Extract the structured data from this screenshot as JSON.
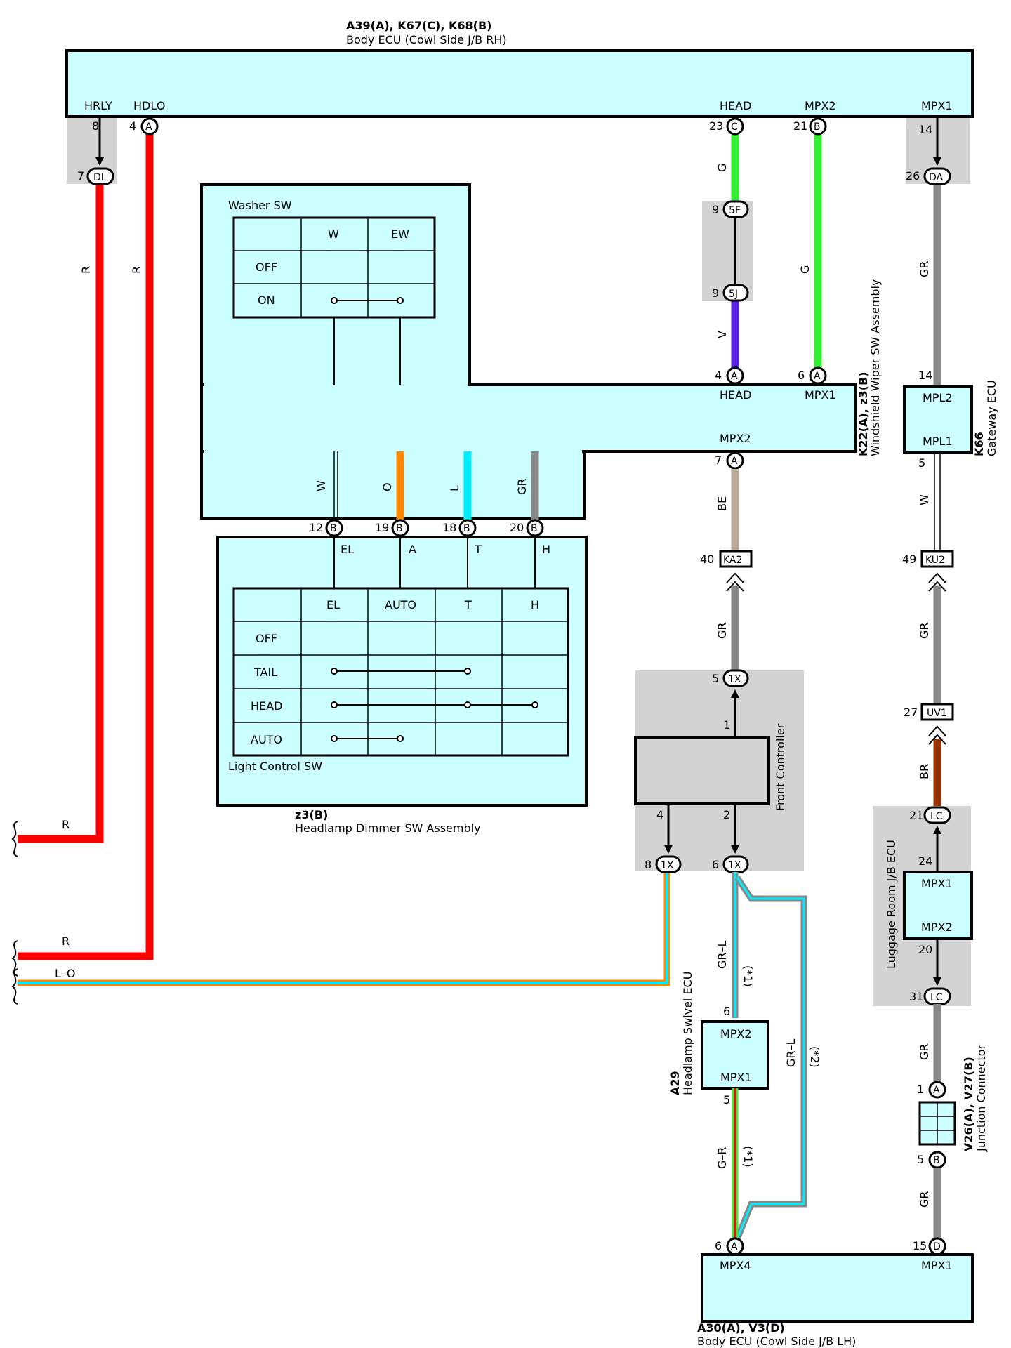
{
  "components": {
    "body_ecu_rh": {
      "code": "A39(A), K67(C), K68(B)",
      "name": "Body ECU (Cowl Side J/B RH)",
      "pins": {
        "hrly": "HRLY",
        "hdlo": "HDLO",
        "head": "HEAD",
        "mpx2": "MPX2",
        "mpx1": "MPX1"
      }
    },
    "wiper_sw": {
      "code": "K22(A), z3(B)",
      "name": "Windshield Wiper SW Assembly",
      "pins": {
        "head": "HEAD",
        "mpx1": "MPX1",
        "mpx2": "MPX2"
      }
    },
    "washer_sw": {
      "title": "Washer SW",
      "cols": [
        "W",
        "EW"
      ],
      "rows": [
        "OFF",
        "ON"
      ]
    },
    "light_sw": {
      "title": "Light Control SW",
      "cols": [
        "EL",
        "AUTO",
        "T",
        "H"
      ],
      "rows": [
        "OFF",
        "TAIL",
        "HEAD",
        "AUTO"
      ],
      "terminals": [
        "EL",
        "A",
        "T",
        "H"
      ]
    },
    "dimmer": {
      "code": "z3(B)",
      "name": "Headlamp Dimmer SW Assembly"
    },
    "gateway": {
      "code": "K66",
      "name": "Gateway ECU",
      "pins": {
        "mpl2": "MPL2",
        "mpl1": "MPL1"
      }
    },
    "front_ctrl": {
      "name": "Front Controller"
    },
    "luggage": {
      "name": "Luggage Room J/B ECU",
      "pins": {
        "mpx1": "MPX1",
        "mpx2": "MPX2"
      }
    },
    "swivel": {
      "code": "A29",
      "name": "Headlamp Swivel ECU",
      "pins": {
        "mpx2": "MPX2",
        "mpx1": "MPX1"
      }
    },
    "junction": {
      "code": "V26(A), V27(B)",
      "name": "Junction Connector"
    },
    "body_ecu_lh": {
      "code": "A30(A), V3(D)",
      "name": "Body ECU (Cowl Side J/B LH)",
      "pins": {
        "mpx4": "MPX4",
        "mpx1": "MPX1"
      }
    }
  },
  "wire_colors": {
    "R": "R",
    "G": "G",
    "V": "V",
    "GR": "GR",
    "W": "W",
    "O": "O",
    "L": "L",
    "BE": "BE",
    "BR": "BR",
    "GRL": "GR–L",
    "GR_": "G–R",
    "LO": "L–O"
  },
  "notes": {
    "n1": "(*1)",
    "n2": "(*2)"
  },
  "connectors": {
    "DL": "DL",
    "A": "A",
    "C": "C",
    "B": "B",
    "DA": "DA",
    "5F": "5F",
    "5J": "5J",
    "KA2": "KA2",
    "KU2": "KU2",
    "1X": "1X",
    "UV1": "UV1",
    "LC": "LC",
    "D": "D"
  },
  "pins": {
    "p8": "8",
    "p4": "4",
    "p7": "7",
    "p23": "23",
    "p21": "21",
    "p14": "14",
    "p26": "26",
    "p9": "9",
    "p6": "6",
    "p12": "12",
    "p19": "19",
    "p18": "18",
    "p20": "20",
    "p5": "5",
    "p40": "40",
    "p49": "49",
    "p1": "1",
    "p2": "2",
    "p27": "27",
    "p24": "24",
    "p31": "31",
    "p15": "15"
  },
  "colors": {
    "red": "#ff0000",
    "green": "#33ee33",
    "violet": "#5522dd",
    "gray": "#888888",
    "orange": "#ff8800",
    "cyan": "#00eeff",
    "beige": "#bbaa99",
    "brown": "#993300",
    "box": "#ccffff",
    "splice": "#d3d3d3"
  }
}
